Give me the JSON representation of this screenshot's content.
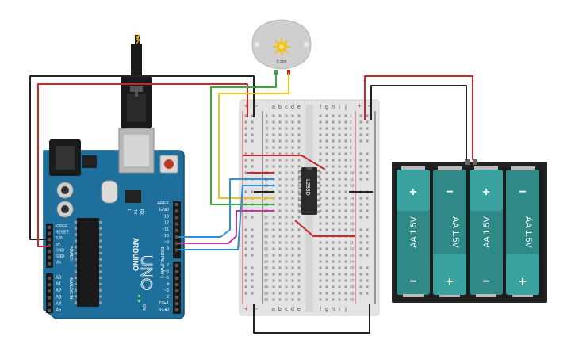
{
  "arduino": {
    "brand": "ARDUINO",
    "model": "UNO",
    "header_labels": [
      "AREF",
      "GND",
      "13",
      "12",
      "~11",
      "~10",
      "~9",
      "8"
    ],
    "digital_labels": [
      "7",
      "~6",
      "~5",
      "4",
      "~3",
      "2",
      "TX▸1",
      "RX◂0"
    ],
    "power_labels": [
      "IOREF",
      "RESET",
      "3.3V",
      "5V",
      "GND",
      "GND",
      "Vin"
    ],
    "analog_labels": [
      "A0",
      "A1",
      "A2",
      "A3",
      "A4",
      "A5"
    ],
    "power_section": "POWER",
    "analog_section": "ANALOG IN",
    "digital_section": "DIGITAL (PWM~)",
    "led_labels": [
      "L",
      "TX",
      "RX"
    ],
    "on_label": "ON"
  },
  "motor": {
    "label": "0 rpm"
  },
  "breadboard": {
    "column_letters_left": [
      "a",
      "b",
      "c",
      "d",
      "e"
    ],
    "column_letters_right": [
      "f",
      "g",
      "h",
      "i",
      "j"
    ],
    "rows": [
      "1",
      "2",
      "3",
      "4",
      "5",
      "6",
      "7",
      "8",
      "9",
      "10",
      "11",
      "12",
      "13",
      "14",
      "15",
      "16",
      "17",
      "18",
      "19",
      "20",
      "21",
      "22",
      "23",
      "24",
      "25",
      "26",
      "27",
      "28",
      "29",
      "30"
    ],
    "rail_plus": "+",
    "rail_minus": "-"
  },
  "chip": {
    "label": "L293D"
  },
  "battery_pack": {
    "cells": [
      {
        "label": "AA 1.5V",
        "top_sign": "+",
        "bottom_sign": "−"
      },
      {
        "label": "AA 1.5V",
        "top_sign": "−",
        "bottom_sign": "+"
      },
      {
        "label": "AA 1.5V",
        "top_sign": "+",
        "bottom_sign": "−"
      },
      {
        "label": "AA 1.5V",
        "top_sign": "−",
        "bottom_sign": "+"
      }
    ]
  },
  "colors": {
    "arduino_board": "#1f6f9c",
    "breadboard": "#e3e3e3",
    "battery_case": "#222222",
    "battery_cell": "#2f8a87",
    "wire_red": "#d0242b",
    "wire_black": "#222222",
    "wire_green": "#3aa93a",
    "wire_yellow": "#e8c51e",
    "wire_blue": "#2e8fd6",
    "wire_magenta": "#c2359f",
    "motor_body": "#cfcfcf",
    "motor_fan": "#f2c21a"
  }
}
